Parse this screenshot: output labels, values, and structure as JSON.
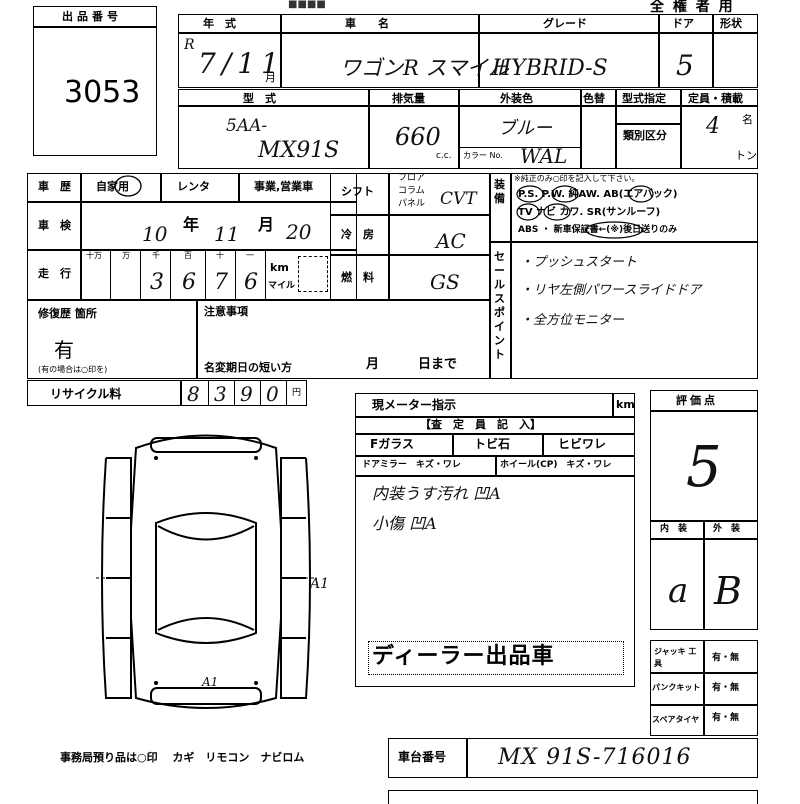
{
  "lot": {
    "label": "出品番号",
    "number": "3053"
  },
  "header": {
    "top_right": "全 権 者 用"
  },
  "row1": {
    "year_label": "年　式",
    "car_label": "車　　名",
    "grade_label": "グレード",
    "door_label": "ドア",
    "shape_label": "形状",
    "year_era": "R",
    "year_value": "7/11",
    "month_suffix": "月",
    "car_name": "ワゴンR スマイル",
    "grade": "HYBRID-S",
    "doors": "5"
  },
  "row2": {
    "model_label": "型　式",
    "displacement_label": "排気量",
    "color_label": "外装色",
    "paint_label": "色替",
    "type_label": "型式指定",
    "class_label": "類別区分",
    "capacity_label": "定員・積載",
    "model_prefix": "5AA-",
    "model_code": "MX91S",
    "displacement": "660",
    "cc": "c.c.",
    "color": "ブルー",
    "color_no_label": "カラー No.",
    "color_no": "WAL",
    "capacity": "4",
    "capacity_unit": "名",
    "load_unit": "トン"
  },
  "history": {
    "label": "車　歴",
    "options": [
      "自家用",
      "レンタ",
      "事業,営業車"
    ]
  },
  "inspection": {
    "label": "車　検",
    "year": "10",
    "year_unit": "年",
    "month": "11",
    "month_unit": "月",
    "day": "20"
  },
  "mileage": {
    "label": "走　行",
    "units": [
      "十万",
      "万",
      "千",
      "百",
      "十",
      "一"
    ],
    "digits": [
      "",
      "3",
      "6",
      "7",
      "6"
    ],
    "km": "km",
    "mile": "マイル"
  },
  "shift": {
    "label": "シフト",
    "options": [
      "フロア",
      "コラム",
      "パネル"
    ],
    "value": "CVT"
  },
  "ac": {
    "label": "冷　房",
    "value": "AC"
  },
  "fuel": {
    "label": "燃　料",
    "value": "GS"
  },
  "equipment": {
    "label": "装備",
    "note": "※純正のみ○印を記入して下さい。",
    "line1": "P.S. P.W. 純AW. AB(エアバック)",
    "line2": "TV ナビ カワ. SR(サンルーフ)",
    "line3": "ABS ・ 新車保証書←(※)後日送りのみ"
  },
  "sales_point": {
    "label": "セールスポイント",
    "items": [
      "・プッシュスタート",
      "・リヤ左側パワースライドドア",
      "・全方位モニター"
    ]
  },
  "repair": {
    "label": "修復歴 箇所",
    "value": "有",
    "note": "(有の場合は○印を)"
  },
  "caution": {
    "label": "注意事項",
    "name_change_label": "名変期日の短い方",
    "month": "月",
    "day": "日まで"
  },
  "recycle": {
    "label": "リサイクル料",
    "digits": [
      "8",
      "3",
      "9",
      "0"
    ],
    "yen": "円"
  },
  "meter": {
    "label": "現メーター指示",
    "unit": "km"
  },
  "inspector": {
    "title": "【査　定　員　記　入】",
    "f_glass": "Fガラス",
    "chip": "トビ石",
    "crack": "ヒビワレ",
    "mirror": "ドアミラー　キズ・ワレ",
    "wheel": "ホイール(CP)　キズ・ワレ",
    "notes": [
      "内装うす汚れ 凹A",
      "小傷 凹A"
    ],
    "stamp": "ディーラー出品車"
  },
  "rating": {
    "label": "評価点",
    "score": "5",
    "interior_label": "内　装",
    "exterior_label": "外　装",
    "interior": "a",
    "exterior": "B"
  },
  "extras": {
    "jack_label": "ジャッキ 工　具",
    "puncture_label": "パンクキット",
    "spare_label": "スペアタイヤ",
    "value": "有・無"
  },
  "diagram": {
    "marks": [
      "A1",
      "A1"
    ]
  },
  "office_note": "事務局預り品は○印　 カギ　リモコン　ナビロム",
  "chassis": {
    "label": "車台番号",
    "value": "MX 91S-716016"
  }
}
